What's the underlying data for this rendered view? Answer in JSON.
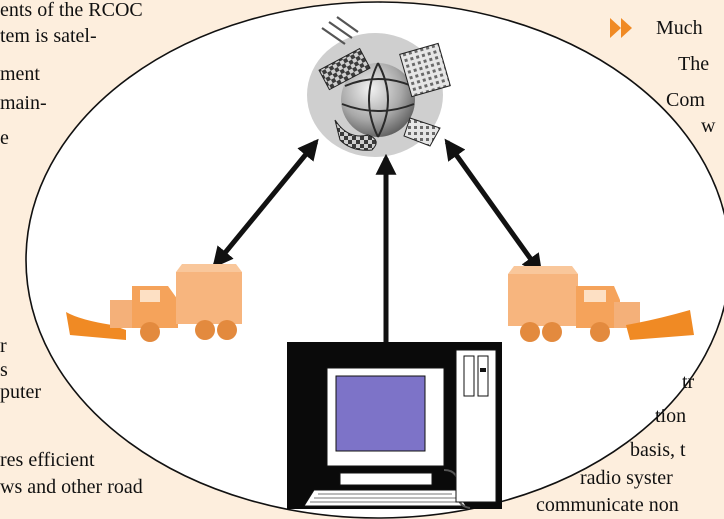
{
  "left_text": [
    "ents of the RCOC",
    "tem is satel-",
    "ment",
    "main-",
    "e",
    "r",
    "s",
    "puter",
    "res efficient",
    "ws and other road"
  ],
  "right_text": [
    "Much",
    "The",
    "Com",
    "w",
    "tr",
    "tion",
    "basis, t",
    "radio syster",
    "communicate non"
  ],
  "colors": {
    "background": "#fdeedd",
    "ellipse_fill": "#ffffff",
    "plow_orange": "#f5a35b",
    "bullet_orange": "#f08a24",
    "monitor_screen": "#7d73c8"
  },
  "icons": {
    "bullet": "double-chevron-right-icon",
    "satellite": "satellite-globe-icon",
    "plow_left": "snowplow-truck-icon",
    "plow_right": "snowplow-truck-icon",
    "computer": "desktop-computer-icon"
  }
}
